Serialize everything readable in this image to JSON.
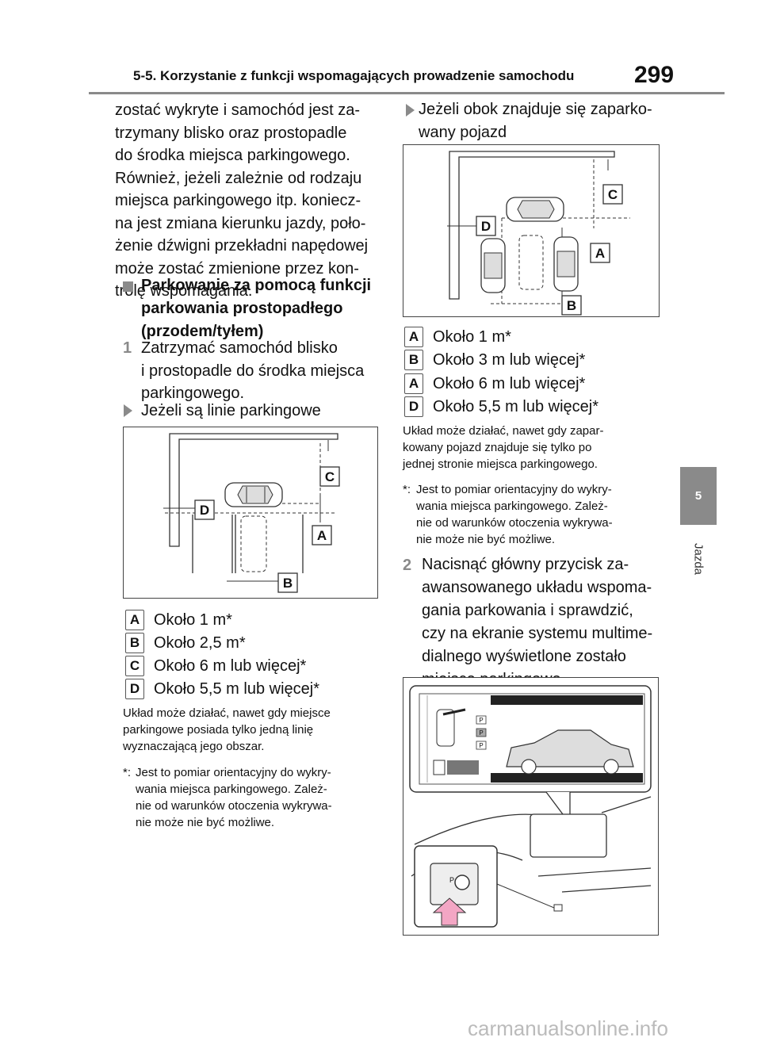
{
  "header": {
    "title": "5-5. Korzystanie z funkcji wspomagających prowadzenie samochodu",
    "page_number": "299"
  },
  "side_tab": {
    "number": "5",
    "label": "Jazda"
  },
  "left_column": {
    "intro_lines": [
      "zostać wykryte i samochód jest za-",
      "trzymany blisko oraz prostopadle",
      "do środka miejsca parkingowego.",
      "Również, jeżeli zależnie od rodzaju",
      "miejsca parkingowego itp. koniecz-",
      "na jest zmiana kierunku jazdy, poło-",
      "żenie dźwigni przekładni napędowej",
      "może zostać zmienione przez kon-",
      "trolę wspomagania."
    ],
    "section_heading_lines": [
      "Parkowanie za pomocą funkcji",
      "parkowania prostopadłego",
      "(przodem/tyłem)"
    ],
    "step1": {
      "number": "1",
      "lines": [
        "Zatrzymać samochód blisko",
        "i prostopadle do środka miejsca",
        "parkingowego."
      ]
    },
    "case1_title": "Jeżeli są linie parkingowe",
    "figure1_labels": {
      "a": "A",
      "b": "B",
      "c": "C",
      "d": "D"
    },
    "legend1": [
      {
        "letter": "A",
        "text": "Około 1 m*"
      },
      {
        "letter": "B",
        "text": "Około 2,5 m*"
      },
      {
        "letter": "C",
        "text": "Około 6 m lub więcej*"
      },
      {
        "letter": "D",
        "text": "Około 5,5 m lub więcej*"
      }
    ],
    "note1_lines": [
      "Układ może działać, nawet gdy miejsce",
      "parkingowe posiada tylko jedną linię",
      "wyznaczającą jego obszar."
    ],
    "footnote1_mark": "*:",
    "footnote1_lines": [
      "Jest to pomiar orientacyjny do wykry-",
      "wania miejsca parkingowego. Zależ-",
      "nie od warunków otoczenia wykrywa-",
      "nie może nie być możliwe."
    ]
  },
  "right_column": {
    "case2_title_lines": [
      "Jeżeli obok znajduje się zaparko-",
      "wany pojazd"
    ],
    "figure2_labels": {
      "a": "A",
      "b": "B",
      "c": "C",
      "d": "D"
    },
    "legend2": [
      {
        "letter": "A",
        "text": "Około 1 m*"
      },
      {
        "letter": "B",
        "text": "Około 3 m lub więcej*"
      },
      {
        "letter": "A",
        "text": "Około 6 m lub więcej*"
      },
      {
        "letter": "D",
        "text": "Około 5,5 m lub więcej*"
      }
    ],
    "note2_lines": [
      "Układ może działać, nawet gdy zapar-",
      "kowany pojazd znajduje się tylko po",
      "jednej stronie miejsca parkingowego."
    ],
    "footnote2_mark": "*:",
    "footnote2_lines": [
      "Jest to pomiar orientacyjny do wykry-",
      "wania miejsca parkingowego. Zależ-",
      "nie od warunków otoczenia wykrywa-",
      "nie może nie być możliwe."
    ],
    "step2": {
      "number": "2",
      "lines": [
        "Nacisnąć główny przycisk za-",
        "awansowanego układu wspoma-",
        "gania parkowania i sprawdzić,",
        "czy na ekranie systemu multime-",
        "dialnego wyświetlone zostało",
        "miejsce parkingowe."
      ]
    },
    "figure3_screen_p": [
      "P",
      "P",
      "P"
    ],
    "figure3_button_letter": "P"
  },
  "footer": {
    "watermark": "carmanualsonline.info"
  }
}
